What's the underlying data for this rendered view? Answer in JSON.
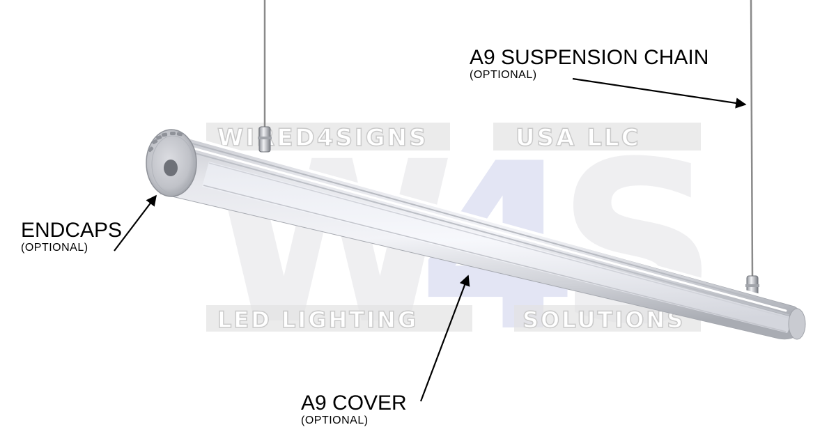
{
  "labels": {
    "chain": {
      "title": "A9 SUSPENSION CHAIN",
      "note": "(OPTIONAL)"
    },
    "endcaps": {
      "title": "ENDCAPS",
      "note": "(OPTIONAL)"
    },
    "cover": {
      "title": "A9 COVER",
      "note": "(OPTIONAL)"
    }
  },
  "watermark": {
    "brand_left": "WIRED4SIGNS",
    "brand_right": "USA LLC",
    "line_left": "LED LIGHTING",
    "line_right": "SOLUTIONS",
    "monogram_w": "W",
    "monogram_4": "4",
    "monogram_s": "S"
  },
  "colors": {
    "background": "#ffffff",
    "profile_light": "#e4e5ea",
    "profile_mid": "#b9bcc3",
    "profile_dark": "#8d9098",
    "cover_highlight": "#f4f6fb",
    "cable": "#8a8a8a",
    "watermark_grey": "#d9d9d9",
    "watermark_blue": "#c7cbe8",
    "arrow": "#000000",
    "text": "#000000"
  }
}
